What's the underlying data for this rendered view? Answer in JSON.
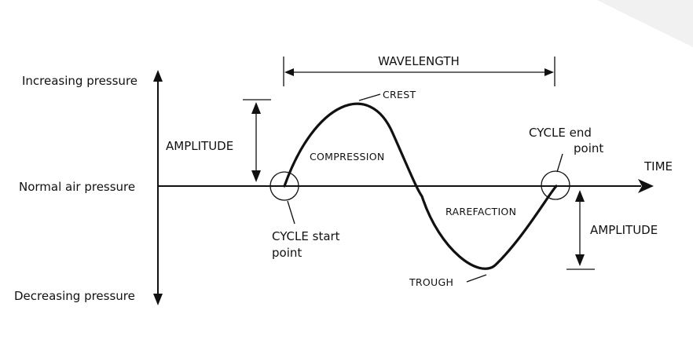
{
  "labels": {
    "increasing_pressure": "Increasing pressure",
    "normal_air_pressure": "Normal air pressure",
    "decreasing_pressure": "Decreasing pressure",
    "wavelength": "WAVELENGTH",
    "crest": "CREST",
    "trough": "TROUGH",
    "compression": "COMPRESSION",
    "rarefaction": "RAREFACTION",
    "amplitude_top": "AMPLITUDE",
    "amplitude_bottom": "AMPLITUDE",
    "time": "TIME",
    "cycle_start_line1": "CYCLE start",
    "cycle_start_line2": "point",
    "cycle_end_line1": "CYCLE end",
    "cycle_end_line2": "point"
  },
  "colors": {
    "ink": "#111111",
    "background": "#ffffff"
  }
}
